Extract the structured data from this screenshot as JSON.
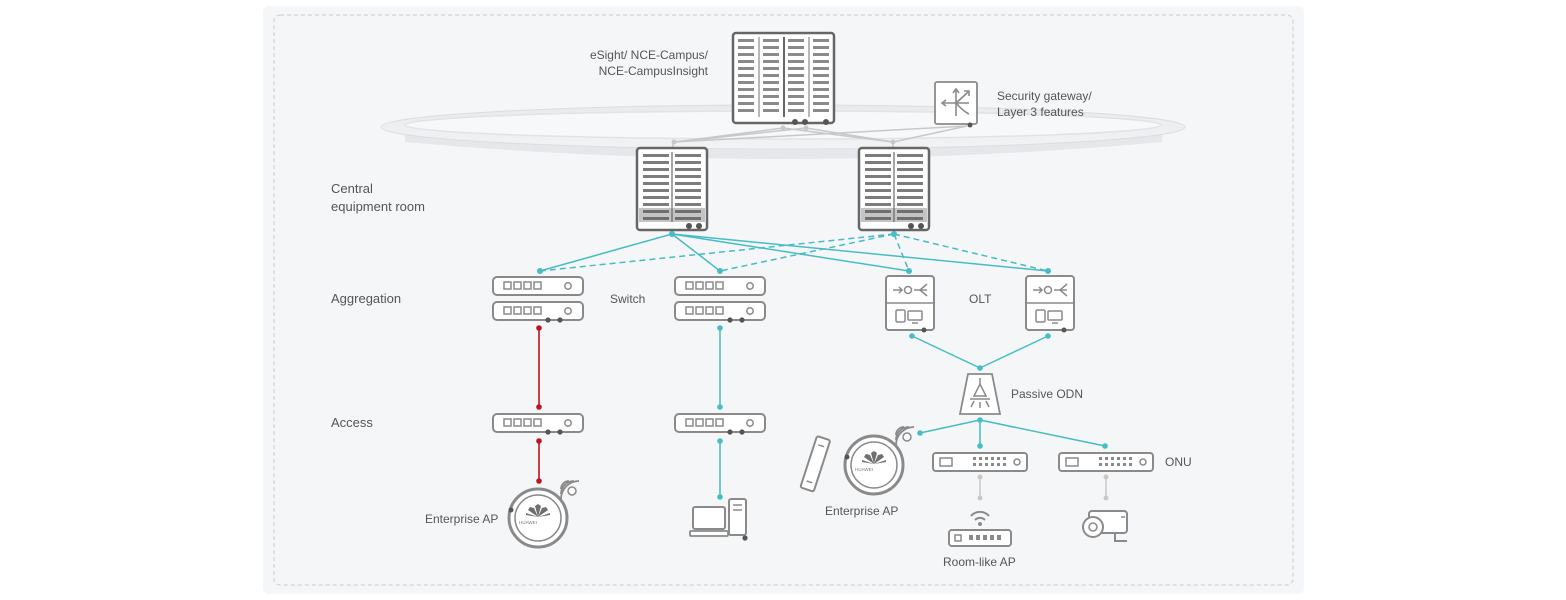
{
  "labels": {
    "management_line1": "eSight/ NCE-Campus/",
    "management_line2": "NCE-CampusInsight",
    "security_line1": "Security gateway/",
    "security_line2": "Layer 3 features",
    "tier_central_1": "Central",
    "tier_central_2": "equipment room",
    "tier_aggregation": "Aggregation",
    "tier_access": "Access",
    "switch": "Switch",
    "olt": "OLT",
    "passive_odn": "Passive ODN",
    "onu": "ONU",
    "enterprise_ap_left": "Enterprise AP",
    "enterprise_ap_right": "Enterprise AP",
    "room_like_ap": "Room-like AP"
  },
  "logo_text": "HUAWEI",
  "colors": {
    "device": "#7a7a7a",
    "device_dark": "#555555",
    "link_teal": "#46bcc4",
    "link_red": "#c0151c",
    "link_gray": "#c8c8c8",
    "background_panel": "#f5f6f8"
  },
  "icons": [
    "server-rack-icon",
    "core-switch-icon",
    "switch-icon",
    "olt-icon",
    "splitter-icon",
    "onu-icon",
    "enterprise-ap-icon",
    "pc-icon",
    "camera-icon",
    "wifi-router-icon",
    "wifi-signal-icon",
    "security-gateway-icon"
  ]
}
